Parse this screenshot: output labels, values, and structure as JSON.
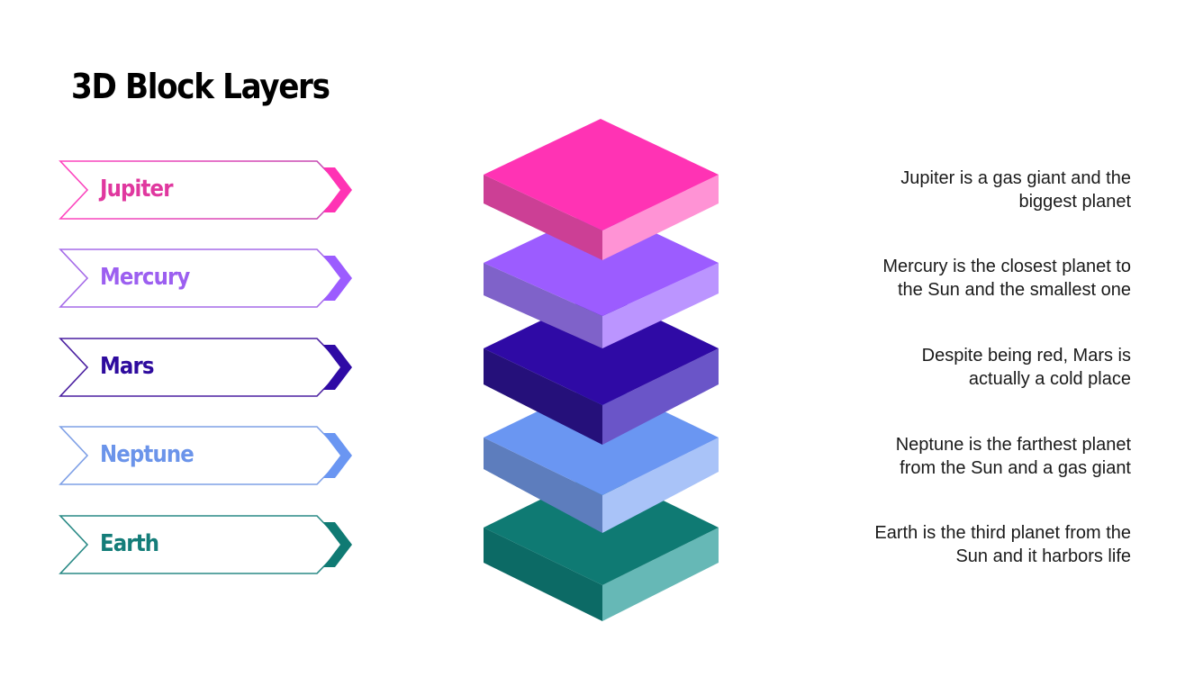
{
  "title": "3D Block Layers",
  "layers": [
    {
      "name": "Jupiter",
      "description_line1": "Jupiter is a gas giant and the",
      "description_line2": "biggest planet",
      "colors": {
        "label": "#e0389f",
        "top": "#ff33b4",
        "left": "#cc3f95",
        "right": "#ff93d5"
      }
    },
    {
      "name": "Mercury",
      "description_line1": "Mercury is the closest planet to",
      "description_line2": "the Sun and the smallest one",
      "colors": {
        "label": "#9c5ff0",
        "top": "#9c5cff",
        "left": "#7f62c9",
        "right": "#bb95ff"
      }
    },
    {
      "name": "Mars",
      "description_line1": "Despite being red, Mars is",
      "description_line2": "actually a cold place",
      "colors": {
        "label": "#2e0b9e",
        "top": "#2f0aa5",
        "left": "#25107a",
        "right": "#6a55c8"
      }
    },
    {
      "name": "Neptune",
      "description_line1": "Neptune is the farthest planet",
      "description_line2": "from the Sun and a gas giant",
      "colors": {
        "label": "#6b94ea",
        "top": "#6a96f2",
        "left": "#5d7dbd",
        "right": "#a9c3f8"
      }
    },
    {
      "name": "Earth",
      "description_line1": "Earth is the third planet from the",
      "description_line2": "Sun and it harbors life",
      "colors": {
        "label": "#147d79",
        "top": "#0f7a73",
        "left": "#0c6a65",
        "right": "#66b8b6"
      }
    }
  ]
}
